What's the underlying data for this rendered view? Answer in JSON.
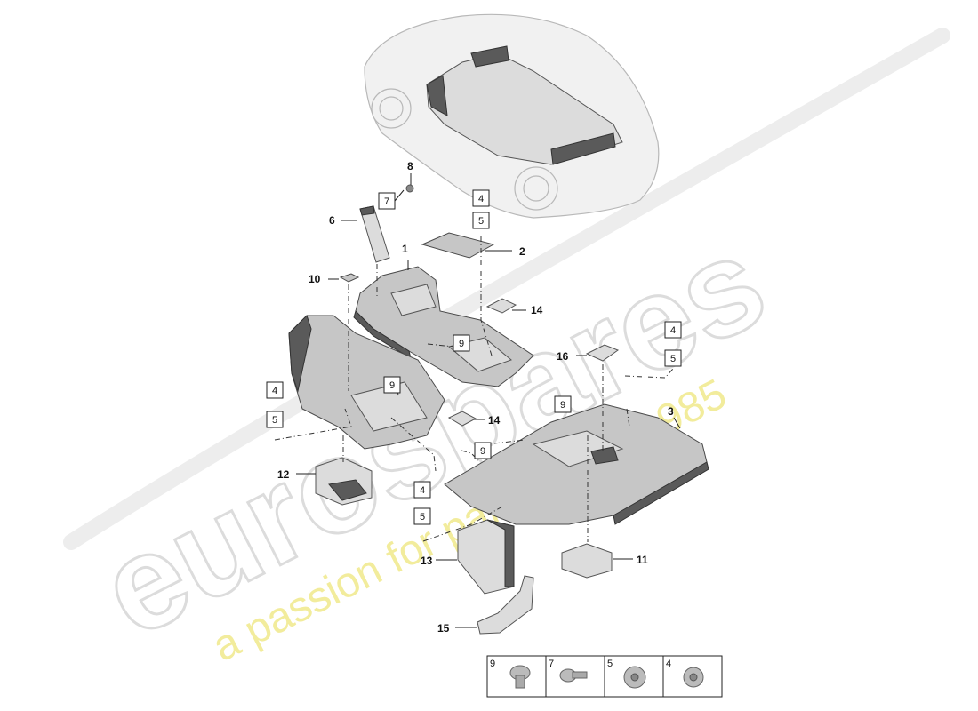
{
  "watermark": {
    "brand": "eurospares",
    "tagline": "a passion for parts since 1985"
  },
  "callouts": [
    {
      "id": "c1",
      "label": "1"
    },
    {
      "id": "c2",
      "label": "2"
    },
    {
      "id": "c3",
      "label": "3"
    },
    {
      "id": "c6",
      "label": "6"
    },
    {
      "id": "c8",
      "label": "8"
    },
    {
      "id": "c10",
      "label": "10"
    },
    {
      "id": "c11",
      "label": "11"
    },
    {
      "id": "c12",
      "label": "12"
    },
    {
      "id": "c13",
      "label": "13"
    },
    {
      "id": "c14a",
      "label": "14"
    },
    {
      "id": "c14b",
      "label": "14"
    },
    {
      "id": "c15",
      "label": "15"
    },
    {
      "id": "c16",
      "label": "16"
    }
  ],
  "boxed_refs": [
    {
      "id": "b7",
      "label": "7"
    },
    {
      "id": "b4a",
      "label": "4"
    },
    {
      "id": "b5a",
      "label": "5"
    },
    {
      "id": "b9a",
      "label": "9"
    },
    {
      "id": "b9b",
      "label": "9"
    },
    {
      "id": "b4b",
      "label": "4"
    },
    {
      "id": "b5b",
      "label": "5"
    },
    {
      "id": "b4c",
      "label": "4"
    },
    {
      "id": "b5c",
      "label": "5"
    },
    {
      "id": "b9c",
      "label": "9"
    },
    {
      "id": "b9d",
      "label": "9"
    },
    {
      "id": "b4d",
      "label": "4"
    },
    {
      "id": "b5d",
      "label": "5"
    }
  ],
  "fastener_legend": [
    {
      "label": "9",
      "icon": "push-clip-icon"
    },
    {
      "label": "7",
      "icon": "screw-icon"
    },
    {
      "label": "5",
      "icon": "nut-icon"
    },
    {
      "label": "4",
      "icon": "nut-icon"
    }
  ]
}
